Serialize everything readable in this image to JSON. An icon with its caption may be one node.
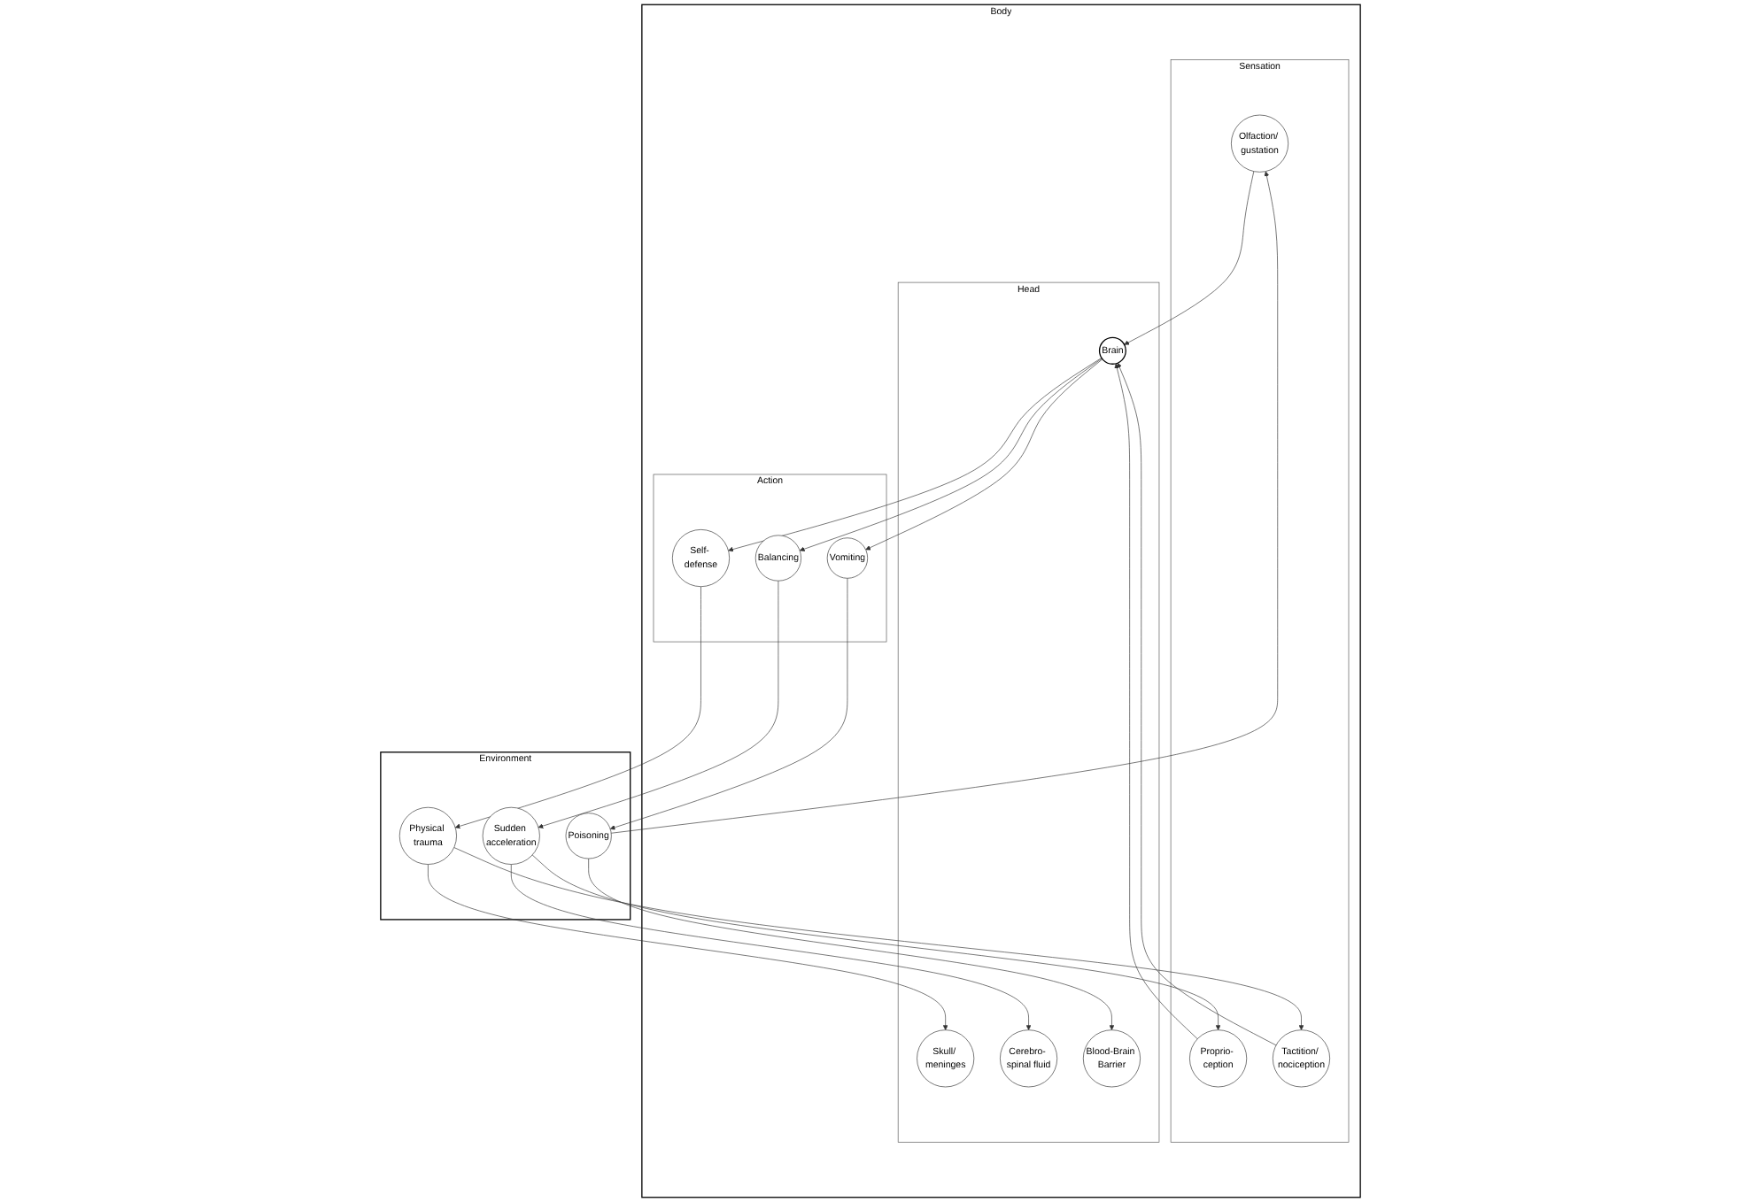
{
  "diagram": {
    "nodes": [
      {
        "text": [
          "Body"
        ]
      },
      {
        "text": [
          "Sensation"
        ],
        "in": 0
      },
      {
        "text": [
          "Olfaction/ gustation"
        ],
        "in": 1
      },
      {
        "text": [
          "Proprio- ception"
        ],
        "in": 1
      },
      {
        "text": [
          "Tactition/ nociception"
        ],
        "in": 1
      },
      {
        "text": [
          "Head"
        ],
        "in": 0
      },
      {
        "text": [
          "Brain"
        ],
        "in": 5
      },
      {
        "text": [
          "Skull/ meninges"
        ],
        "in": 5
      },
      {
        "text": [
          "Cerebro- spinal fluid"
        ],
        "in": 5
      },
      {
        "text": [
          "Blood-Brain Barrier"
        ],
        "in": 5
      },
      {
        "text": [
          "Action"
        ],
        "in": 0
      },
      {
        "text": [
          "Self- defense"
        ],
        "in": 10
      },
      {
        "text": [
          "Balancing"
        ],
        "in": 10
      },
      {
        "text": [
          "Vomiting"
        ],
        "in": 10
      },
      {
        "text": [
          "Environment"
        ]
      },
      {
        "text": [
          "Physical trauma"
        ],
        "in": 14
      },
      {
        "text": [
          "Sudden acceleration"
        ],
        "in": 14
      },
      {
        "text": [
          "Poisoning"
        ],
        "in": 14
      }
    ],
    "edges": [
      {
        "from": 2,
        "to": 6,
        "arrow": "to"
      },
      {
        "from": 3,
        "to": 6,
        "arrow": "to"
      },
      {
        "from": 4,
        "to": 6,
        "arrow": "to"
      },
      {
        "from": 6,
        "to": 11,
        "arrow": "to"
      },
      {
        "from": 6,
        "to": 12,
        "arrow": "to"
      },
      {
        "from": 6,
        "to": 13,
        "arrow": "to"
      },
      {
        "from": 15,
        "to": 4,
        "arrow": "to"
      },
      {
        "from": 15,
        "to": 7,
        "arrow": "to"
      },
      {
        "from": 16,
        "to": 3,
        "arrow": "to"
      },
      {
        "from": 16,
        "to": 8,
        "arrow": "to"
      },
      {
        "from": 17,
        "to": 2,
        "arrow": "to"
      },
      {
        "from": 17,
        "to": 9,
        "arrow": "to"
      },
      {
        "from": 11,
        "to": 15,
        "arrow": "to"
      },
      {
        "from": 12,
        "to": 16,
        "arrow": "to"
      },
      {
        "from": 13,
        "to": 17,
        "arrow": "to"
      }
    ]
  }
}
